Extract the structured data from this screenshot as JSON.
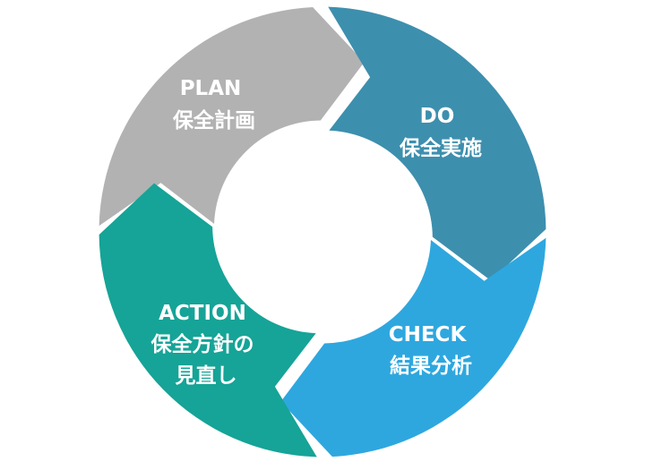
{
  "diagram": {
    "segments": [
      {
        "id": "plan",
        "color": "#b2b2b2",
        "lines": [
          "PLAN",
          "保全計画"
        ]
      },
      {
        "id": "do",
        "color": "#3d8fae",
        "lines": [
          "DO",
          "保全実施"
        ]
      },
      {
        "id": "check",
        "color": "#2ea7df",
        "lines": [
          "CHECK",
          "結果分析"
        ]
      },
      {
        "id": "action",
        "color": "#15a497",
        "lines": [
          "ACTION",
          "保全方針の",
          "見直し"
        ]
      }
    ]
  }
}
